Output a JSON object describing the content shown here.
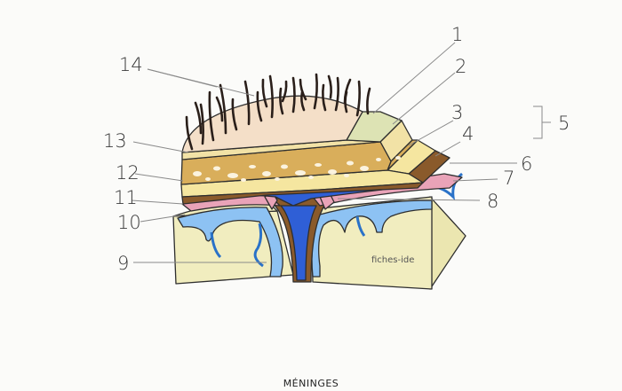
{
  "title": "MÉNINGES",
  "watermark": "fiches-ide",
  "labels": {
    "n1": "1",
    "n2": "2",
    "n3": "3",
    "n4": "4",
    "n5": "5",
    "n6": "6",
    "n7": "7",
    "n8": "8",
    "n9": "9",
    "n10": "10",
    "n11": "11",
    "n12": "12",
    "n13": "13",
    "n14": "14"
  },
  "colors": {
    "scalp": "#f4dfc8",
    "bone_cortex": "#f2e2a6",
    "bone_spongy": "#d9ae5b",
    "dura_outer": "#f5e6a0",
    "dura_inner": "#8a5a2b",
    "arachnoid": "#e9a3b8",
    "subarachnoid_space": "#2f5fd6",
    "pia": "#7fb8f0",
    "brain": "#f1edbf",
    "hair": "#2a1f1a"
  }
}
